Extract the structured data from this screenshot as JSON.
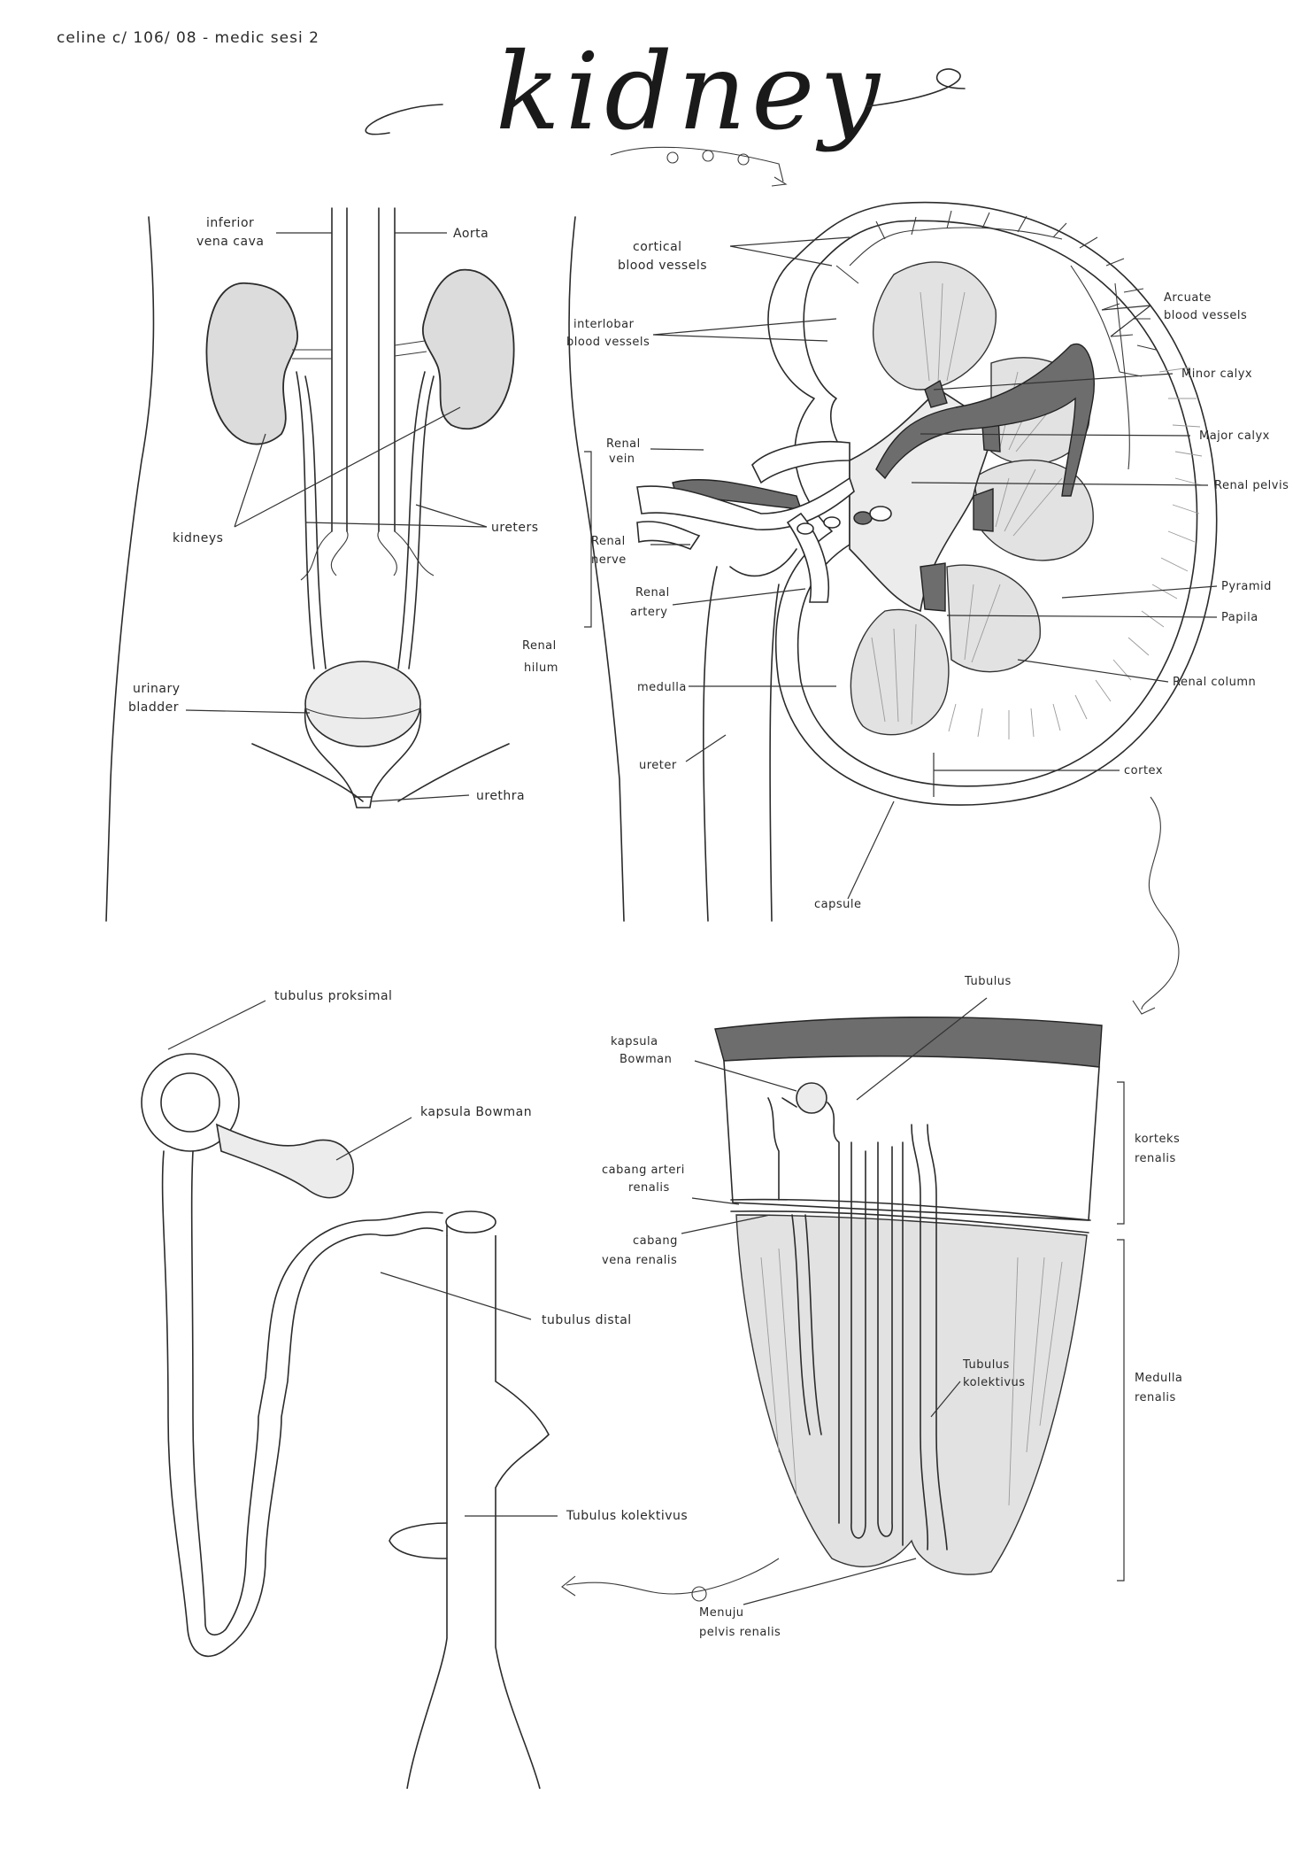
{
  "header": {
    "note": "celine c/ 106/ 08  - medic sesi 2",
    "title": "kidney"
  },
  "urinary_system_labels": {
    "inferior_vena_cava": [
      "inferior",
      "vena cava"
    ],
    "aorta": "Aorta",
    "kidneys": "kidneys",
    "ureters": "ureters",
    "urinary_bladder": [
      "urinary",
      "bladder"
    ],
    "urethra": "urethra"
  },
  "kidney_section_labels": {
    "cortical_blood_vessels": [
      "cortical",
      "blood vessels"
    ],
    "interlobar_blood_vessels": [
      "interlobar",
      "blood vessels"
    ],
    "arcuate_blood_vessels": [
      "Arcuate",
      "blood vessels"
    ],
    "minor_calyx": "Minor calyx",
    "major_calyx": "Major calyx",
    "renal_pelvis": "Renal pelvis",
    "renal_vein": [
      "Renal",
      "vein"
    ],
    "renal_nerve": [
      "Renal",
      "nerve"
    ],
    "renal_artery": [
      "Renal",
      "artery"
    ],
    "renal_hilum": [
      "Renal",
      "hilum"
    ],
    "pyramid": "Pyramid",
    "papilla": "Papila",
    "renal_column": "Renal column",
    "medulla": "medulla",
    "ureter": "ureter",
    "cortex": "cortex",
    "capsule": "capsule"
  },
  "nephron_labels": {
    "tubulus_proksimal": "tubulus proksimal",
    "kapsula_bowman": "kapsula Bowman",
    "tubulus_distal": "tubulus distal",
    "tubulus_kolektivus": "Tubulus kolektivus"
  },
  "renal_lobe_labels": {
    "tubulus": "Tubulus",
    "kapsula_bowman": [
      "kapsula",
      "Bowman"
    ],
    "cabang_arteri_renalis": [
      "cabang arteri",
      "renalis"
    ],
    "cabang_vena_renalis": [
      "cabang",
      "vena renalis"
    ],
    "tubulus_kolektivus": [
      "Tubulus",
      "kolektivus"
    ],
    "menuju_pelvis_renalis": [
      "Menuju",
      "pelvis renalis"
    ],
    "korteks_renalis": [
      "korteks",
      "renalis"
    ],
    "medulla_renalis": [
      "Medulla",
      "renalis"
    ]
  }
}
